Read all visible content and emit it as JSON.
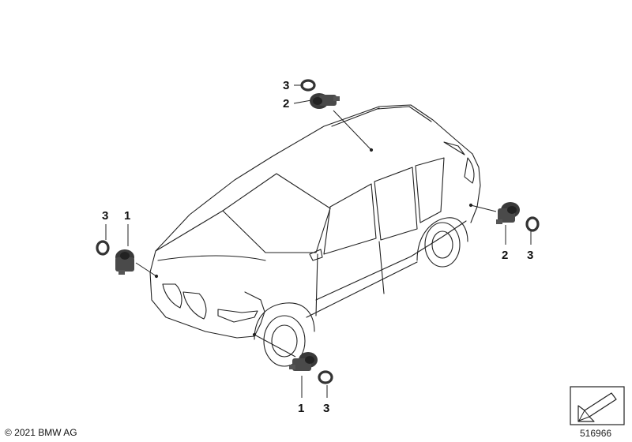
{
  "copyright": "© 2021 BMW AG",
  "reference_number": "516966",
  "callouts": {
    "roof_sensor_ring": "3",
    "roof_sensor": "2",
    "front_left_ring": "3",
    "front_left_sensor": "1",
    "rear_right_sensor": "2",
    "rear_right_ring": "3",
    "front_bottom_sensor": "1",
    "front_bottom_ring": "3"
  },
  "icons": [
    "parking-sensor-icon",
    "sealing-ring-icon",
    "direction-arrow-icon"
  ],
  "colors": {
    "line": "#222222",
    "sensor": "#3a3a3a"
  }
}
